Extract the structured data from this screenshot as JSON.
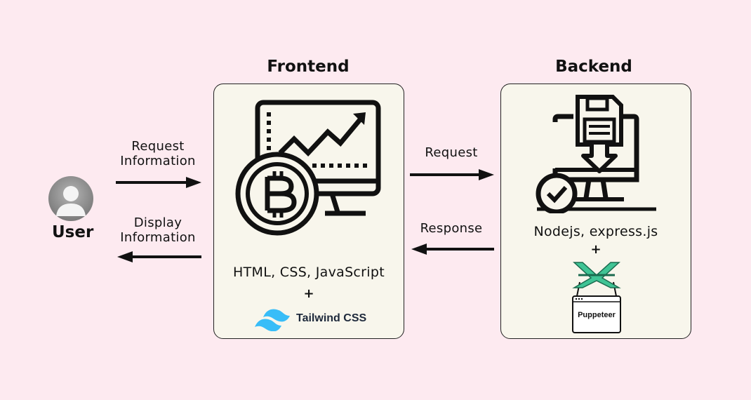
{
  "user": {
    "label": "User"
  },
  "frontend": {
    "heading": "Frontend",
    "tech": "HTML, CSS, JavaScript",
    "plus": "+",
    "tailwind": "Tailwind CSS"
  },
  "backend": {
    "heading": "Backend",
    "tech": "Nodejs, express.js",
    "plus": "+",
    "puppeteer": "Puppeteer"
  },
  "arrows": {
    "user_to_frontend": [
      "Request",
      "Information"
    ],
    "frontend_to_user": [
      "Display",
      "Information"
    ],
    "frontend_to_backend": "Request",
    "backend_to_frontend": "Response"
  },
  "colors": {
    "background": "#fdeaf0",
    "box": "#f8f6ec",
    "tailwind": "#38bdf8",
    "puppeteer_green": "#40c495"
  }
}
